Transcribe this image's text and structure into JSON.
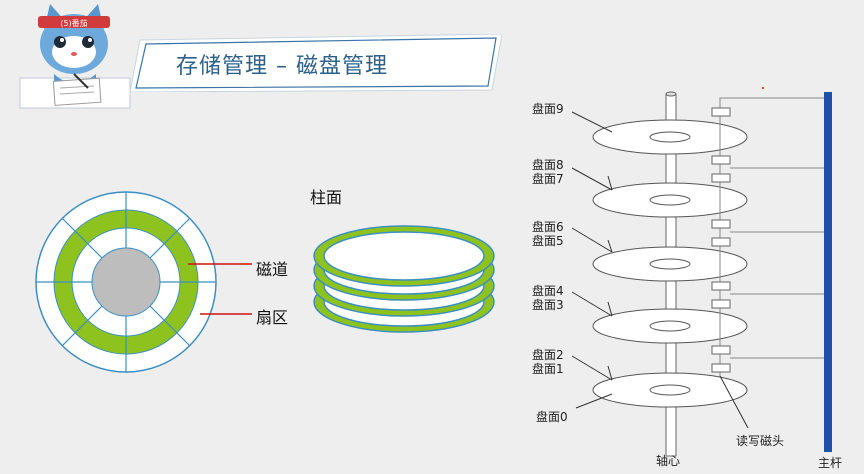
{
  "header": {
    "title": "存储管理 – 磁盘管理",
    "mascot_badge": "(5)番茄",
    "icon": "cat-mascot-icon"
  },
  "left_diagram": {
    "track_label": "磁道",
    "sector_label": "扇区",
    "cylinder_label": "柱面"
  },
  "right_diagram": {
    "surfaces": [
      "盘面9",
      "盘面8",
      "盘面7",
      "盘面6",
      "盘面5",
      "盘面4",
      "盘面3",
      "盘面2",
      "盘面1",
      "盘面0"
    ],
    "head_label": "读写磁头",
    "spindle_label": "轴心",
    "arm_label": "主杆"
  },
  "colors": {
    "title_blue": "#2c5f8a",
    "track_green": "#8ec31f",
    "arm_blue": "#1f4fa8",
    "leader_red": "#cc1111"
  }
}
